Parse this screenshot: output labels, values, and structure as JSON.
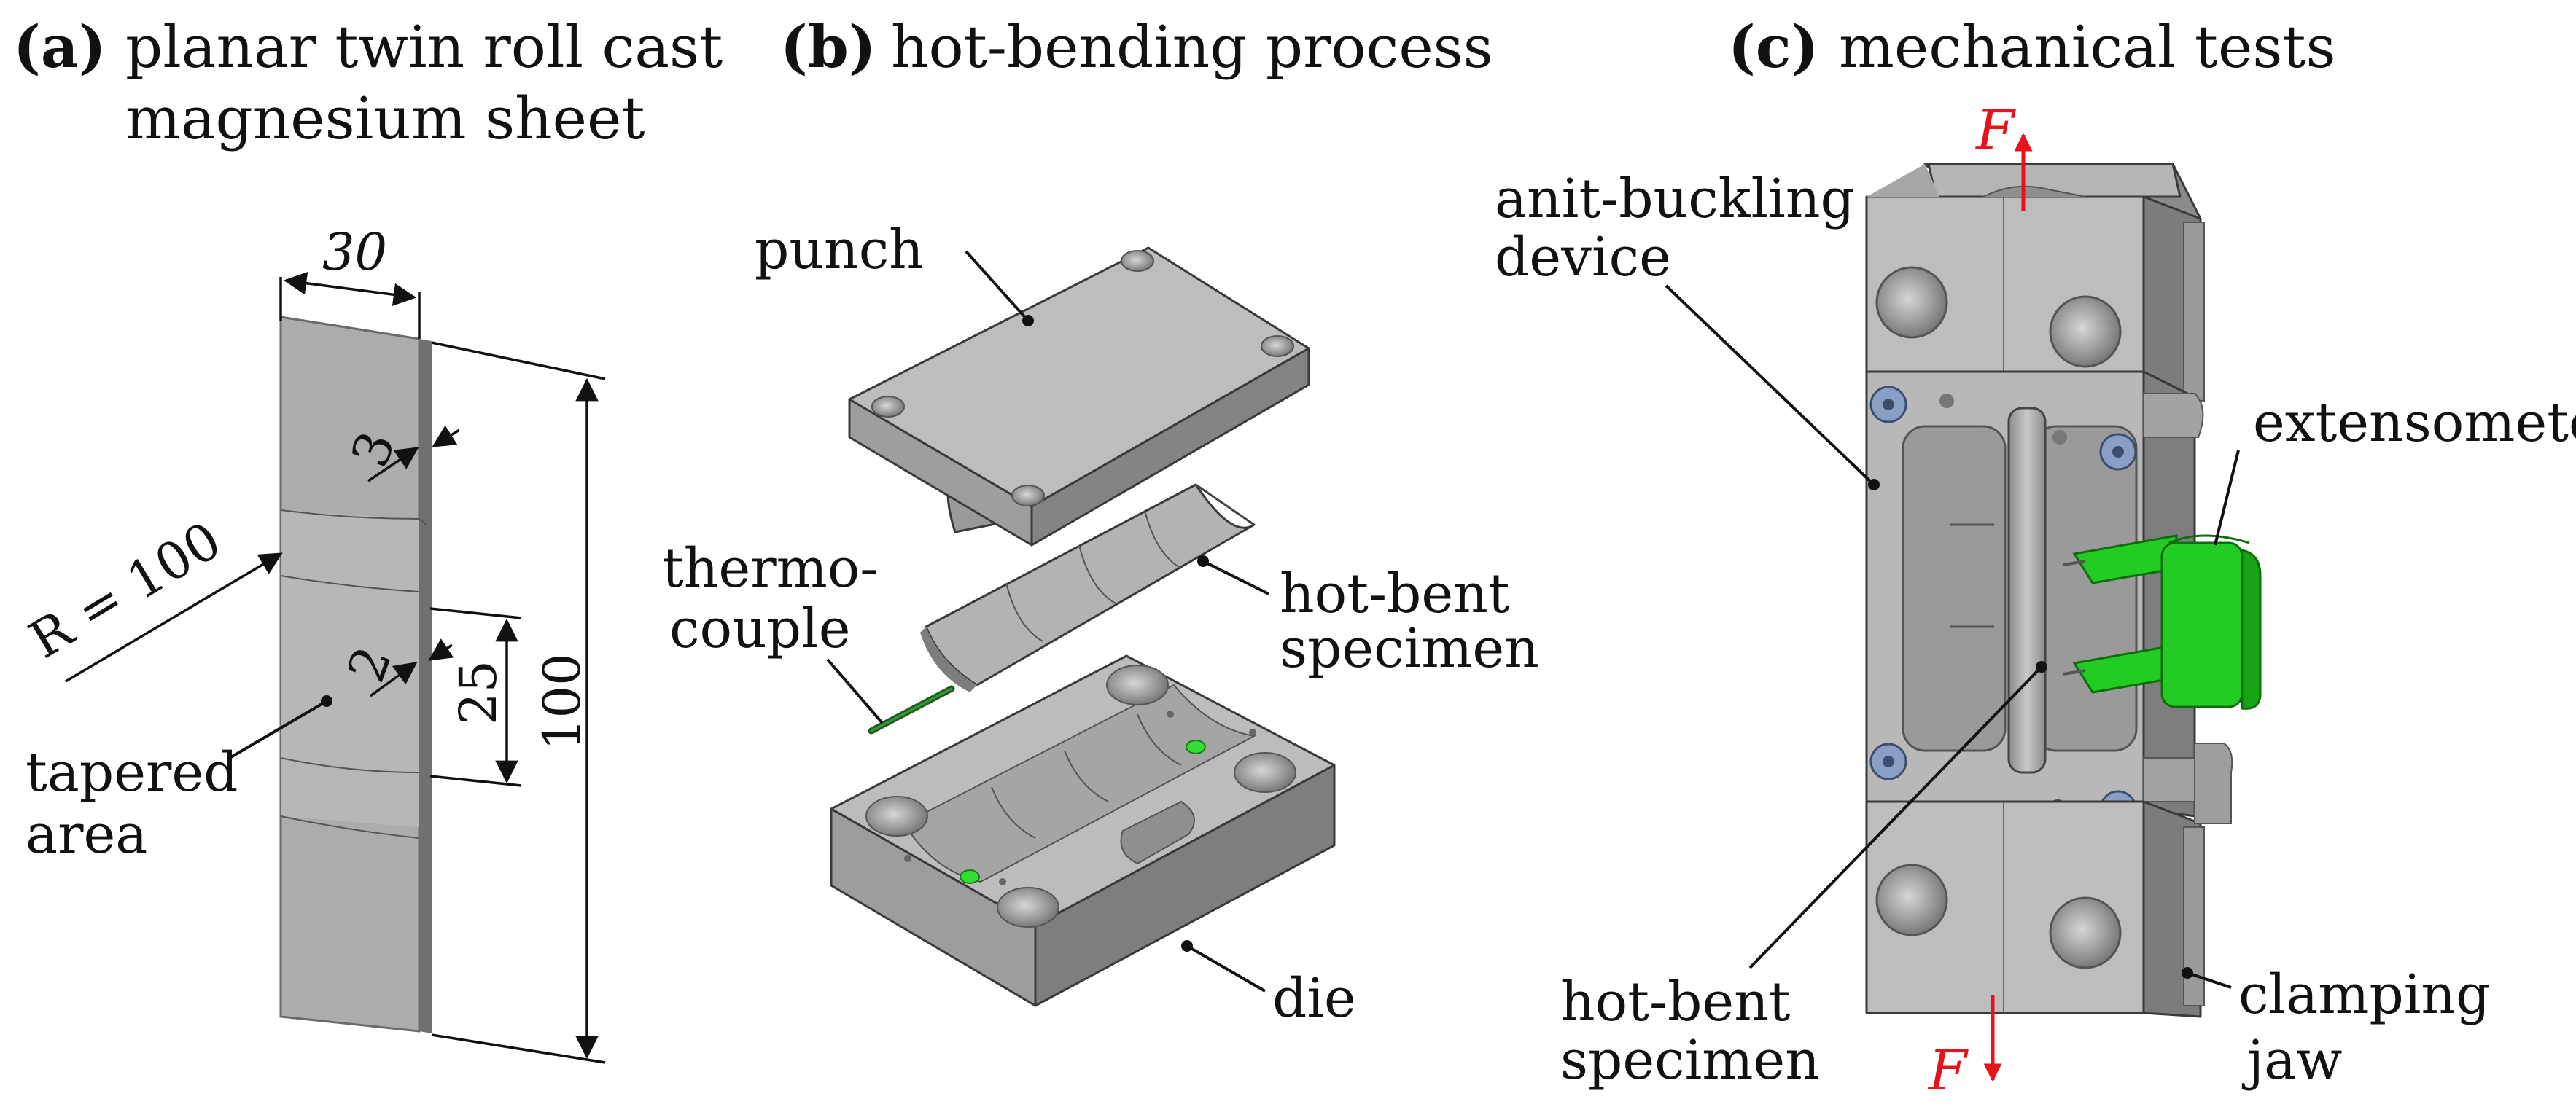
{
  "panels": {
    "a": {
      "letter": "(a)",
      "title_line1": "planar twin roll cast",
      "title_line2": "magnesium sheet",
      "dims": {
        "width": "30",
        "thickness_full": "3",
        "thickness_taper": "2",
        "taper_length": "25",
        "length": "100",
        "radius": "R = 100"
      },
      "labels": {
        "tapered_line1": "tapered",
        "tapered_line2": "area"
      }
    },
    "b": {
      "letter": "(b)",
      "title": "hot-bending process",
      "labels": {
        "punch": "punch",
        "thermo_line1": "thermo-",
        "thermo_line2": "couple",
        "specimen_line1": "hot-bent",
        "specimen_line2": "specimen",
        "die": "die"
      }
    },
    "c": {
      "letter": "(c)",
      "title": "mechanical tests",
      "labels": {
        "antibuckling_line1": "anit-buckling",
        "antibuckling_line2": "device",
        "extensometer": "extensometer",
        "specimen_line1": "hot-bent",
        "specimen_line2": "specimen",
        "jaw_line1": "clamping",
        "jaw_line2": "jaw",
        "force_top": "F",
        "force_bottom": "F"
      }
    }
  },
  "colors": {
    "steel_light": "#bcbcbc",
    "steel_mid": "#a9a9a9",
    "steel_dark": "#7d7d7d",
    "force_arrow": "#e8121b",
    "extensometer": "#22cc22",
    "sensor_dot": "#33dd33",
    "screw": "#8a9fc4"
  }
}
